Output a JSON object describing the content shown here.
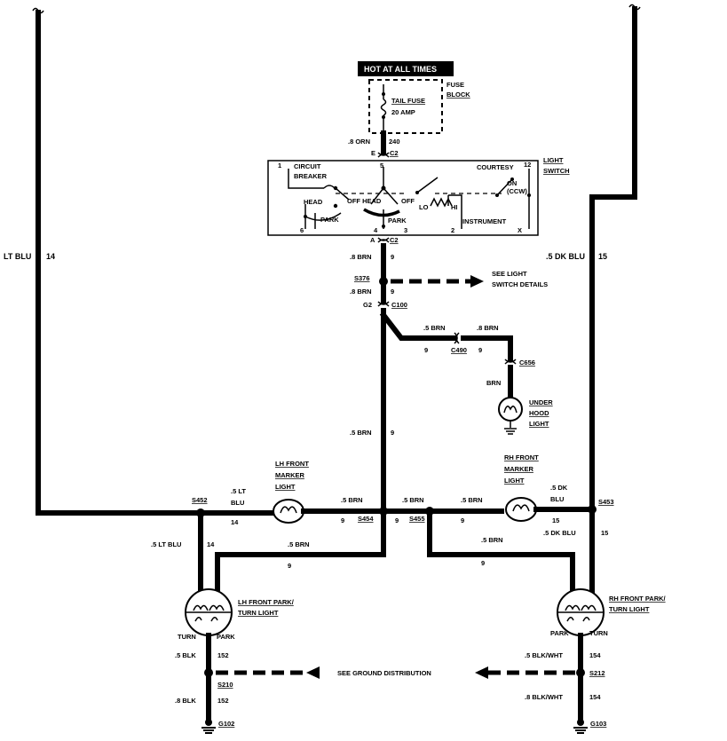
{
  "header": {
    "hot_label": "HOT AT ALL TIMES"
  },
  "fuse": {
    "block_label_1": "FUSE",
    "block_label_2": "BLOCK",
    "name": "TAIL FUSE",
    "rating": "20 AMP",
    "wire_size": ".8 ORN",
    "circuit": "240",
    "pin": "E",
    "connector": "C2"
  },
  "light_switch": {
    "title_1": "LIGHT",
    "title_2": "SWITCH",
    "circuit_breaker_1": "CIRCUIT",
    "circuit_breaker_2": "BREAKER",
    "head_left": "HEAD",
    "park_left": "PARK",
    "off_head": "OFF HEAD",
    "off_right": "OFF",
    "park_center": "PARK",
    "lo": "LO",
    "hi": "HI",
    "courtesy": "COURTESY",
    "on": "ON",
    "ccw": "(CCW)",
    "instrument": "INSTRUMENT",
    "pins": {
      "p1": "1",
      "p5": "5",
      "p12": "12",
      "p6": "6",
      "p4": "4",
      "p3": "3",
      "p2": "2",
      "px": "X"
    },
    "out_pin": "A",
    "out_connector": "C2"
  },
  "wires": {
    "left_feed_color": "LT BLU",
    "left_feed_circuit": "14",
    "right_feed_color": ".5 DK BLU",
    "right_feed_circuit": "15",
    "main_top_size": ".8 BRN",
    "main_top_circuit": "9",
    "s376": "S376",
    "see_light_switch_1": "SEE LIGHT",
    "see_light_switch_2": "SWITCH DETAILS",
    "main_below_s376_size": ".8 BRN",
    "main_below_s376_circuit": "9",
    "c100_pin": "G2",
    "c100": "C100",
    "hood_branch_size": ".5 BRN",
    "hood_branch_circuit": "9",
    "c490": "C490",
    "hood_after_c490_size": ".8 BRN",
    "hood_after_c490_circuit": "9",
    "c656": "C656",
    "hood_lamp_wire": "BRN",
    "main_mid_size": ".5 BRN",
    "main_mid_circuit": "9"
  },
  "under_hood": {
    "l1": "UNDER",
    "l2": "HOOD",
    "l3": "LIGHT"
  },
  "lh_marker": {
    "l1": "LH FRONT",
    "l2": "MARKER",
    "l3": "LIGHT"
  },
  "rh_marker": {
    "l1": "RH FRONT",
    "l2": "MARKER",
    "l3": "LIGHT"
  },
  "splices": {
    "s452": "S452",
    "s454": "S454",
    "s455": "S455",
    "s453": "S453",
    "s210": "S210",
    "s212": "S212"
  },
  "lh_side": {
    "ltblu_size_1": ".5 LT",
    "ltblu_size_2": "BLU",
    "ltblu_circuit": "14",
    "brn_to_marker": ".5 BRN",
    "brn_to_marker_circuit": "9",
    "s454_circuit": "9",
    "down_ltblu": ".5 LT BLU",
    "down_ltblu_circuit": "14",
    "brn_to_park": ".5 BRN",
    "brn_to_park_circuit": "9",
    "lamp_l1": "LH FRONT PARK/",
    "lamp_l2": "TURN LIGHT",
    "turn": "TURN",
    "park": "PARK",
    "blk_size": ".5 BLK",
    "blk_circuit": "152",
    "blk2_size": ".8 BLK",
    "blk2_circuit": "152",
    "ground": "G102"
  },
  "rh_side": {
    "brn_from_s455": ".5 BRN",
    "s455_circuit": "9",
    "brn_to_marker": ".5 BRN",
    "brn_to_marker_circuit": "9",
    "dkblu_size_1": ".5 DK",
    "dkblu_size_2": "BLU",
    "dkblu_circuit": "15",
    "down_dkblu": ".5 DK BLU",
    "down_dkblu_circuit": "15",
    "brn_to_park": ".5 BRN",
    "brn_to_park_circuit": "9",
    "lamp_l1": "RH FRONT PARK/",
    "lamp_l2": "TURN LIGHT",
    "park": "PARK",
    "turn": "TURN",
    "blkwht_size": ".5 BLK/WHT",
    "blkwht_circuit": "154",
    "blkwht2_size": ".8 BLK/WHT",
    "blkwht2_circuit": "154",
    "ground": "G103"
  },
  "ground_dist": "SEE GROUND DISTRIBUTION"
}
